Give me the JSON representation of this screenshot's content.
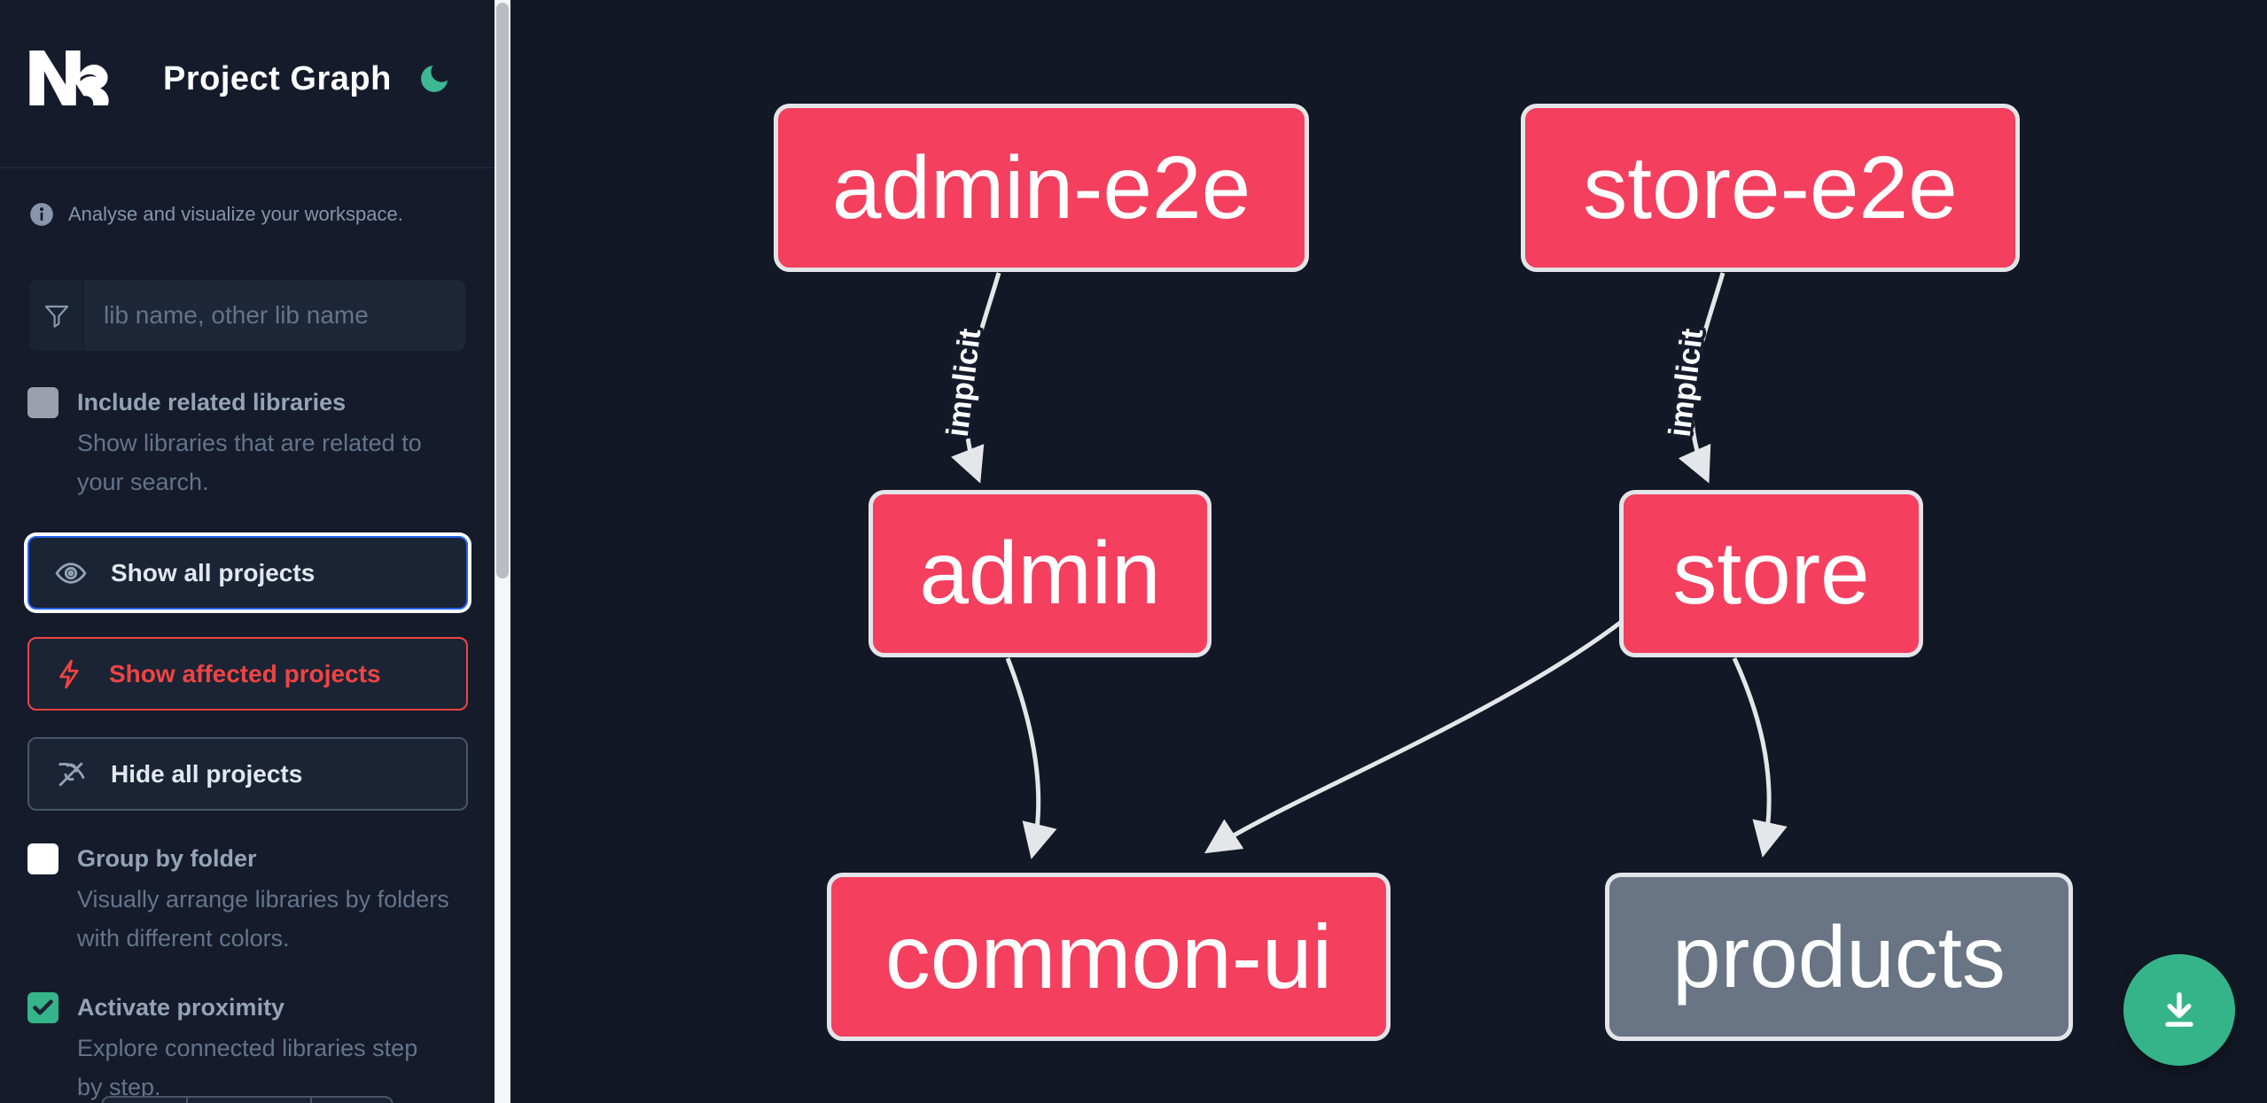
{
  "header": {
    "title": "Project Graph"
  },
  "sidebar": {
    "tagline": "Analyse and visualize your workspace.",
    "search": {
      "placeholder": "lib name, other lib name",
      "value": ""
    },
    "checkboxes": [
      {
        "label": "Include related libraries",
        "description": "Show libraries that are related to your search.",
        "checked": false
      },
      {
        "label": "Group by folder",
        "description": "Visually arrange libraries by folders with different colors.",
        "checked": false
      },
      {
        "label": "Activate proximity",
        "description": "Explore connected libraries step by step.",
        "checked": true
      }
    ],
    "buttons": [
      {
        "label": "Show all projects",
        "state": "focused"
      },
      {
        "label": "Show affected projects",
        "state": "affected"
      },
      {
        "label": "Hide all projects",
        "state": "default"
      }
    ]
  },
  "graph": {
    "nodes": [
      {
        "label": "admin-e2e",
        "variant": "affected"
      },
      {
        "label": "store-e2e",
        "variant": "affected"
      },
      {
        "label": "admin",
        "variant": "affected"
      },
      {
        "label": "store",
        "variant": "affected"
      },
      {
        "label": "common-ui",
        "variant": "affected"
      },
      {
        "label": "products",
        "variant": "neutral"
      }
    ],
    "edges": [
      {
        "from": "admin-e2e",
        "to": "admin",
        "label": "implicit"
      },
      {
        "from": "store-e2e",
        "to": "store",
        "label": "implicit"
      },
      {
        "from": "admin",
        "to": "common-ui",
        "label": ""
      },
      {
        "from": "store",
        "to": "common-ui",
        "label": ""
      },
      {
        "from": "store",
        "to": "products",
        "label": ""
      }
    ]
  },
  "fab": {
    "icon": "download-icon"
  },
  "colors": {
    "bg": "#151b2b",
    "canvas": "#131826",
    "node_affected": "#f43f5e",
    "node_neutral": "#697484",
    "node_border": "#e3e5e9",
    "edge": "#e4e6e9",
    "accent_blue": "#2563eb",
    "accent_red": "#ef4444",
    "accent_green": "#35b489"
  }
}
